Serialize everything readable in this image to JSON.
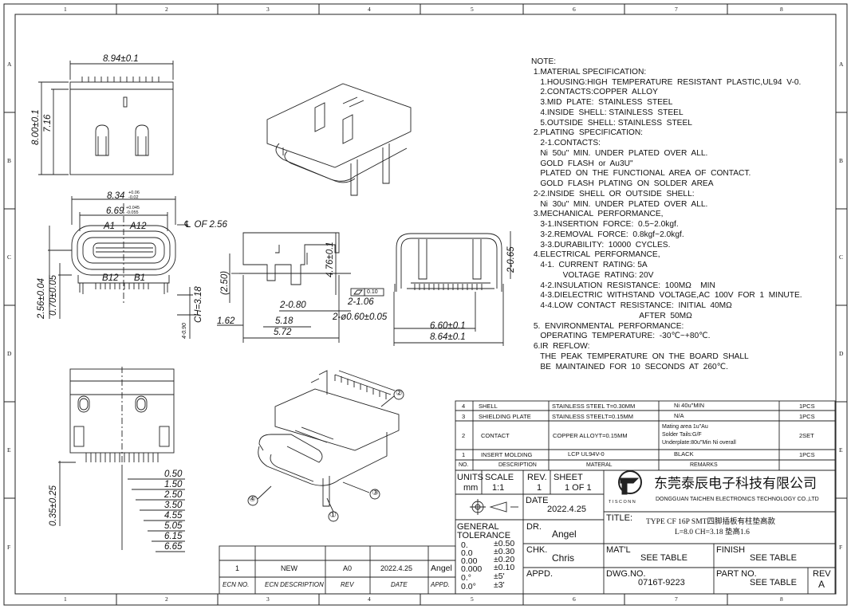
{
  "grid": {
    "cols": [
      "1",
      "2",
      "3",
      "4",
      "5",
      "6",
      "7",
      "8"
    ],
    "rows": [
      "A",
      "B",
      "C",
      "D",
      "E",
      "F"
    ]
  },
  "dims": {
    "d894": "8.94±0.1",
    "d800": "8.00±0.1",
    "d716": "7.16",
    "d834": "8.34",
    "d834tol": "+0.06\n-0.02",
    "d669": "6.69",
    "d669tol": "+0.045\n-0.055",
    "cl": "℄ OF 2.56",
    "a1": "A1",
    "a12": "A12",
    "b12": "B12",
    "b1": "B1",
    "d256": "2.56±0.04",
    "d070": "0.70±0.05",
    "ch318": "CH=3.18",
    "d490": "4-0.90",
    "d250": "(2.50)",
    "d476": "4.76±0.1",
    "flat": "0.10",
    "d080": "2-0.80",
    "d106": "2-1.06",
    "d162": "1.62",
    "d518": "5.18",
    "d572": "5.72",
    "d060": "2-ø0.60±0.05",
    "d065": "2-0.65",
    "d660": "6.60±0.1",
    "d864": "8.64±0.1",
    "d035": "0.35±0.25",
    "pitch": [
      "0.50",
      "1.50",
      "2.50",
      "3.50",
      "4.55",
      "5.05",
      "6.15",
      "6.65"
    ],
    "b1c": "①",
    "b2c": "②",
    "b3c": "③",
    "b4c": "④"
  },
  "notes": [
    "NOTE:",
    " 1.MATERIAL SPECIFICATION:",
    "    1.HOUSING:HIGH  TEMPERATURE  RESISTANT  PLASTIC,UL94  V-0.",
    "    2.CONTACTS:COPPER  ALLOY",
    "    3.MID  PLATE:  STAINLESS  STEEL",
    "    4.INSIDE  SHELL: STAINLESS  STEEL",
    "    5.OUTSIDE  SHELL: STAINLESS  STEEL",
    " 2.PLATING  SPECIFICATION:",
    "    2-1.CONTACTS:",
    "    Ni  50u\"  MIN.  UNDER  PLATED  OVER  ALL.",
    "    GOLD  FLASH  or  Au3U\"",
    "    PLATED  ON  THE  FUNCTIONAL  AREA  OF  CONTACT.",
    "    GOLD  FLASH  PLATING  ON  SOLDER  AREA",
    " 2-2.INSIDE  SHELL  OR  OUTSIDE  SHELL:",
    "    Ni  30u\"  MIN.  UNDER  PLATED  OVER  ALL.",
    " 3.MECHANICAL  PERFORMANCE,",
    "    3-1.INSERTION  FORCE:  0.5~2.0kgf.",
    "    3-2.REMOVAL  FORCE:  0.8kgf~2.0kgf.",
    "    3-3.DURABILITY:  10000  CYCLES.",
    " 4.ELECTRICAL  PERFORMANCE,",
    "    4-1.  CURRENT  RATING: 5A",
    "              VOLTAGE  RATING: 20V",
    "    4-2.INSULATION  RESISTANCE:  100MΩ    MIN",
    "    4-3.DIELECTRIC  WITHSTAND  VOLTAGE,AC  100V  FOR  1  MINUTE.",
    "    4-4.LOW  CONTACT  RESISTANCE:  INITIAL  40MΩ",
    "                                                AFTER  50MΩ",
    " 5.  ENVIRONMENTAL  PERFORMANCE:",
    "    OPERATING  TEMPERATURE:  -30℃~+80℃.",
    " 6.IR  REFLOW:",
    "    THE  PEAK  TEMPERATURE  ON  THE  BOARD  SHALL",
    "    BE  MAINTAINED  FOR  10  SECONDS  AT  260℃."
  ],
  "bom": {
    "rows": [
      [
        "4",
        "SHELL",
        "STAINLESS  STEEL  T=0.30MM",
        "Ni  40u\"MIN",
        "1PCS"
      ],
      [
        "3",
        "SHIELDING  PLATE",
        "STAINLESS  STEELT=0.15MM",
        "N/A",
        "1PCS"
      ],
      [
        "2",
        "CONTACT",
        "COPPER  ALLOYT=0.15MM",
        "Mating area 1u\"Au|Solder Tails:G/F|Underplate:80u\"Min Ni overall",
        "2SET"
      ],
      [
        "1",
        "INSERT  MOLDING",
        "LCP  UL94V-0",
        "BLACK",
        "1PCS"
      ]
    ],
    "header": [
      "NO.",
      "DESCRIPTION",
      "MATERAL",
      "REMARKS",
      ""
    ]
  },
  "title_block": {
    "units_label": "UNITS",
    "units": "mm",
    "scale_label": "SCALE",
    "scale": "1:1",
    "rev_label": "REV.",
    "rev": "1",
    "sheet_label": "SHEET",
    "sheet": "1  OF  1",
    "company_cn": "东莞泰辰电子科技有限公司",
    "company_en": "DONGGUAN  TAICHEN  ELECTRONICS  TECHNOLOGY  CO.,LTD",
    "logo_text": "TISCONN",
    "date_label": "DATE",
    "date": "2022.4.25",
    "title_label": "TITLE:",
    "title1": "TYPE  CF  16P  SMT四脚插板有柱垫高款",
    "title2": "L=8.0  CH=3.18  垫高1.6",
    "tol_label": "GENERAL\nTOLERANCE",
    "tol_left": [
      "0.",
      "0.0",
      "0.00",
      "0.000",
      "0.°",
      "0.0°"
    ],
    "tol_right": [
      "±0.50",
      "±0.30",
      "±0.20",
      "±0.10",
      "±5'",
      "±3'"
    ],
    "dr_label": "DR.",
    "dr": "Angel",
    "chk_label": "CHK.",
    "chk": "Chris",
    "appd_label": "APPD.",
    "mat_label": "MAT'L",
    "mat": "SEE  TABLE",
    "finish_label": "FINISH",
    "finish": "SEE  TABLE",
    "dwg_label": "DWG.NO.",
    "dwg": "0716T-9223",
    "part_label": "PART  NO.",
    "part": "SEE  TABLE",
    "rev2_label": "REV",
    "rev2": "A"
  },
  "ecn": {
    "row": [
      "1",
      "NEW",
      "A0",
      "2022.4.25",
      "Angel"
    ],
    "header": [
      "ECN  NO.",
      "ECN    DESCRIPTION",
      "REV",
      "DATE",
      "APPD."
    ]
  }
}
